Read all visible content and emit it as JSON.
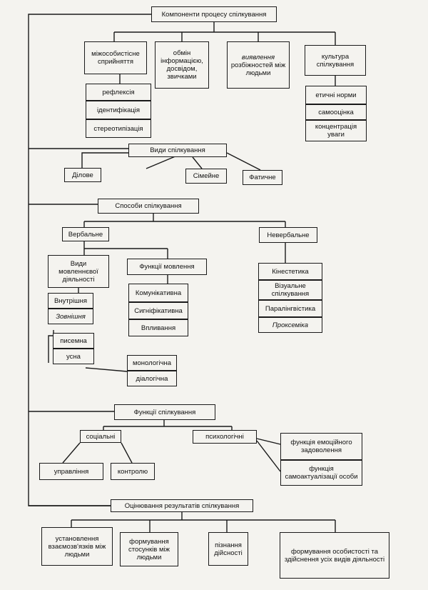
{
  "diagram": {
    "title": "Компоненти процесу спілкування",
    "components": {
      "perception": "міжособистісне сприйняття",
      "exchange": "обмін інформацією, досвідом, звичками",
      "differences": "виявлення",
      "differences_rest": "розбіжностей між людьми",
      "culture": "культура спілкування"
    },
    "perception_items": [
      "рефлексія",
      "ідентифікація",
      "стереотипізація"
    ],
    "culture_items": [
      "етичні норми",
      "самооцінка",
      "концентрація уваги"
    ],
    "types": {
      "title": "Види спілкування",
      "items": [
        "Ділове",
        "Сімейне",
        "Фатичне"
      ]
    },
    "methods": {
      "title": "Способи спілкування",
      "verbal": "Вербальне",
      "nonverbal": "Невербальне",
      "speech_activity": "Види мовленнєвої діяльності",
      "speech_kinds": [
        "Внутрішня",
        "Зовнішня"
      ],
      "outer_kinds": [
        "писемна",
        "усна"
      ],
      "oral_kinds": [
        "монологічна",
        "діалогічна"
      ],
      "speech_functions": "Функції мовлення",
      "speech_function_items": [
        "Комунікативна",
        "Сигніфікативна",
        "Впливання"
      ],
      "nonverbal_items": [
        "Кінестетика",
        "Візуальне спілкування",
        "Паралінгвістика",
        "Проксеміка"
      ]
    },
    "functions": {
      "title": "Функції спілкування",
      "social": "соціальні",
      "psych": "психологічні",
      "social_items": [
        "управління",
        "контролю"
      ],
      "psych_items": [
        "функція емоційного задоволення",
        "функція самоактуалізації особи"
      ]
    },
    "evaluation": {
      "title": "Оцінювання результатів спілкування",
      "items": [
        "установлення взаємозв'язків між людьми",
        "формування стосунків між людьми",
        "пізнання дійсності",
        "формування особистості та здійснення усіх видів діяльності"
      ]
    }
  }
}
